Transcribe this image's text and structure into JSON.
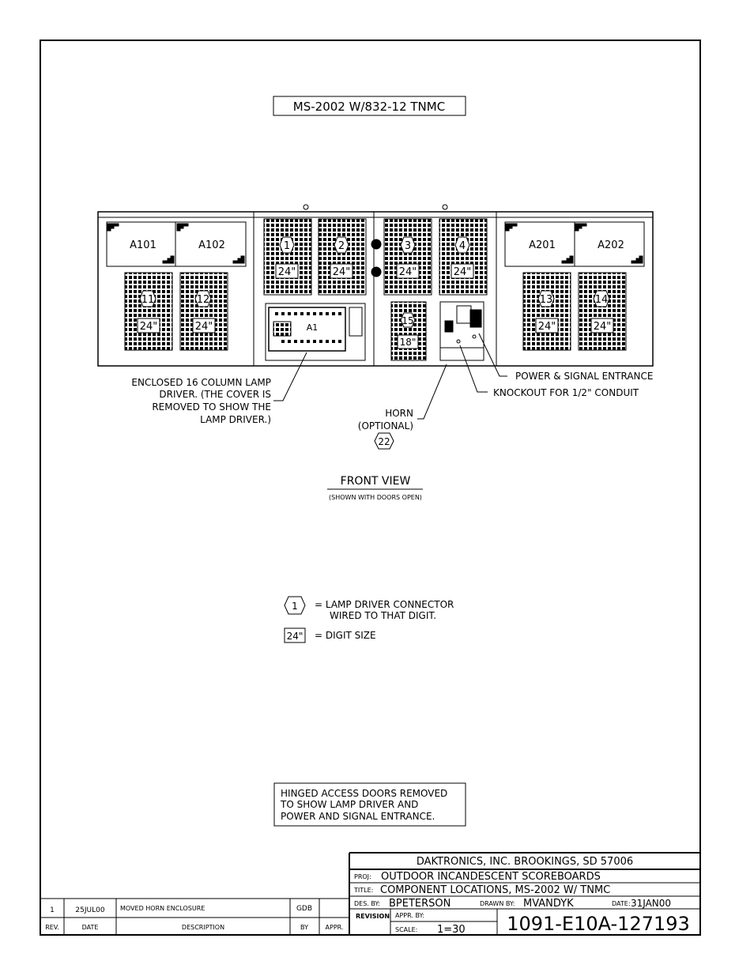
{
  "drawing_title": "MS-2002 W/832-12 TNMC",
  "modules": {
    "left": [
      "A101",
      "A102"
    ],
    "right": [
      "A201",
      "A202"
    ]
  },
  "digits": [
    {
      "num": "1",
      "size": "24\""
    },
    {
      "num": "2",
      "size": "24\""
    },
    {
      "num": "3",
      "size": "24\""
    },
    {
      "num": "4",
      "size": "24\""
    },
    {
      "num": "11",
      "size": "24\""
    },
    {
      "num": "12",
      "size": "24\""
    },
    {
      "num": "13",
      "size": "24\""
    },
    {
      "num": "14",
      "size": "24\""
    },
    {
      "num": "15",
      "size": "18\""
    }
  ],
  "lamp_driver_label": "A1",
  "callouts": {
    "lamp_driver": [
      "ENCLOSED 16 COLUMN LAMP",
      "DRIVER.  (THE COVER IS",
      "REMOVED TO SHOW THE",
      "LAMP DRIVER.)"
    ],
    "power_signal": "POWER & SIGNAL ENTRANCE",
    "knockout": "KNOCKOUT FOR 1/2\" CONDUIT",
    "horn": [
      "HORN",
      "(OPTIONAL)"
    ],
    "horn_ref": "22"
  },
  "view": {
    "title": "FRONT VIEW",
    "subtitle": "(SHOWN WITH DOORS OPEN)"
  },
  "legend": {
    "connector_symbol": "1",
    "connector_text": [
      "=  LAMP DRIVER CONNECTOR",
      "WIRED TO THAT DIGIT."
    ],
    "size_symbol": "24\"",
    "size_text": "=  DIGIT SIZE"
  },
  "note": [
    "HINGED ACCESS DOORS REMOVED",
    "TO SHOW LAMP DRIVER AND",
    "POWER AND SIGNAL ENTRANCE."
  ],
  "revision_table": {
    "row": {
      "rev": "1",
      "date": "25JUL00",
      "description": "MOVED HORN ENCLOSURE",
      "by": "GDB",
      "appr": ""
    },
    "headers": {
      "rev": "REV.",
      "date": "DATE",
      "description": "DESCRIPTION",
      "by": "BY",
      "appr": "APPR."
    }
  },
  "title_block": {
    "company": "DAKTRONICS, INC.    BROOKINGS, SD  57006",
    "proj_label": "PROJ:",
    "proj": "OUTDOOR INCANDESCENT SCOREBOARDS",
    "title_label": "TITLE:",
    "title": "COMPONENT LOCATIONS, MS-2002 W/ TNMC",
    "des_label": "DES. BY:",
    "des_by": "BPETERSON",
    "drawn_label": "DRAWN BY:",
    "drawn_by": "MVANDYK",
    "date_label": "DATE:",
    "date": "31JAN00",
    "revision_label": "REVISION",
    "appr_label": "APPR. BY:",
    "scale_label": "SCALE:",
    "scale": "1=30",
    "drawing_number": "1091-E10A-127193"
  }
}
